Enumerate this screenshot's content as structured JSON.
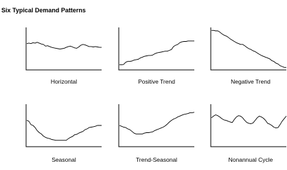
{
  "title": "Six Typical Demand Patterns",
  "chart_data": [
    {
      "type": "line",
      "xlabel": "Horizontal",
      "ylim": [
        0,
        100
      ],
      "series": [
        {
          "x": [
            0,
            3,
            6,
            9,
            12,
            15,
            18,
            21,
            24,
            27,
            30,
            33,
            36,
            39,
            42,
            45,
            48,
            51,
            54,
            57,
            60,
            63,
            66,
            69,
            72,
            75,
            78,
            81,
            84,
            87,
            90,
            93,
            96,
            99,
            102,
            105,
            108
          ],
          "values": [
            62,
            63,
            62,
            64,
            63,
            65,
            63,
            61,
            60,
            56,
            57,
            55,
            53,
            52,
            51,
            50,
            49,
            50,
            51,
            53,
            55,
            56,
            54,
            52,
            51,
            54,
            58,
            60,
            59,
            57,
            55,
            55,
            54,
            55,
            54,
            53,
            53
          ]
        }
      ]
    },
    {
      "type": "line",
      "xlabel": "Positive Trend",
      "ylim": [
        0,
        100
      ],
      "series": [
        {
          "x": [
            0,
            3,
            6,
            9,
            12,
            15,
            18,
            21,
            24,
            27,
            30,
            33,
            36,
            39,
            42,
            45,
            48,
            51,
            54,
            57,
            60,
            63,
            66,
            69,
            72,
            75,
            78,
            81,
            84,
            87,
            90,
            93,
            96,
            99,
            102,
            105,
            108
          ],
          "values": [
            12,
            12,
            13,
            18,
            20,
            20,
            21,
            23,
            24,
            25,
            28,
            30,
            32,
            33,
            34,
            34,
            35,
            38,
            40,
            41,
            42,
            43,
            44,
            44,
            46,
            48,
            55,
            58,
            60,
            64,
            66,
            67,
            67,
            68,
            68,
            68,
            68
          ]
        }
      ]
    },
    {
      "type": "line",
      "xlabel": "Negative Trend",
      "ylim": [
        0,
        100
      ],
      "series": [
        {
          "x": [
            0,
            3,
            6,
            9,
            12,
            15,
            18,
            21,
            24,
            27,
            30,
            33,
            36,
            39,
            42,
            45,
            48,
            51,
            54,
            57,
            60,
            63,
            66,
            69,
            72,
            75,
            78,
            81,
            84,
            87,
            90,
            93,
            96,
            99,
            102,
            105,
            108
          ],
          "values": [
            93,
            93,
            92,
            92,
            89,
            85,
            82,
            80,
            77,
            73,
            70,
            67,
            64,
            62,
            60,
            60,
            57,
            53,
            50,
            48,
            45,
            43,
            40,
            37,
            34,
            32,
            30,
            28,
            26,
            22,
            20,
            16,
            14,
            10,
            8,
            6,
            6
          ]
        }
      ]
    },
    {
      "type": "line",
      "xlabel": "Seasonal",
      "ylim": [
        0,
        100
      ],
      "series": [
        {
          "x": [
            0,
            3,
            6,
            9,
            12,
            15,
            18,
            21,
            24,
            27,
            30,
            33,
            36,
            39,
            42,
            45,
            48,
            51,
            54,
            57,
            60,
            63,
            66,
            69,
            72,
            75,
            78,
            81,
            84,
            87,
            90,
            93,
            96,
            99,
            102,
            105,
            108
          ],
          "values": [
            62,
            60,
            52,
            50,
            45,
            38,
            33,
            30,
            25,
            22,
            20,
            19,
            17,
            16,
            15,
            15,
            15,
            15,
            15,
            15,
            19,
            22,
            24,
            28,
            29,
            32,
            34,
            36,
            40,
            42,
            45,
            46,
            47,
            48,
            50,
            50,
            50
          ]
        }
      ]
    },
    {
      "type": "line",
      "xlabel": "Trend-Seasonal",
      "ylim": [
        0,
        100
      ],
      "series": [
        {
          "x": [
            0,
            3,
            6,
            9,
            12,
            15,
            18,
            21,
            24,
            27,
            30,
            33,
            36,
            39,
            42,
            45,
            48,
            51,
            54,
            57,
            60,
            63,
            66,
            69,
            72,
            75,
            78,
            81,
            84,
            87,
            90,
            93,
            96,
            99,
            102,
            105,
            108
          ],
          "values": [
            50,
            48,
            46,
            45,
            42,
            40,
            36,
            32,
            30,
            30,
            30,
            30,
            32,
            33,
            33,
            34,
            35,
            38,
            40,
            42,
            44,
            46,
            49,
            53,
            58,
            62,
            65,
            67,
            70,
            72,
            74,
            76,
            77,
            78,
            80,
            80,
            81
          ]
        }
      ]
    },
    {
      "type": "line",
      "xlabel": "Nonannual Cycle",
      "ylim": [
        0,
        100
      ],
      "series": [
        {
          "x": [
            0,
            3,
            6,
            9,
            12,
            15,
            18,
            21,
            24,
            27,
            30,
            33,
            36,
            39,
            42,
            45,
            48,
            51,
            54,
            57,
            60,
            63,
            66,
            69,
            72,
            75,
            78,
            81,
            84,
            87,
            90,
            93,
            96,
            99,
            102,
            105,
            108
          ],
          "values": [
            68,
            72,
            75,
            73,
            70,
            66,
            63,
            62,
            60,
            58,
            57,
            64,
            70,
            73,
            72,
            68,
            62,
            57,
            55,
            54,
            56,
            62,
            68,
            72,
            70,
            67,
            62,
            55,
            53,
            50,
            46,
            44,
            45,
            52,
            60,
            66,
            72
          ]
        }
      ]
    }
  ]
}
